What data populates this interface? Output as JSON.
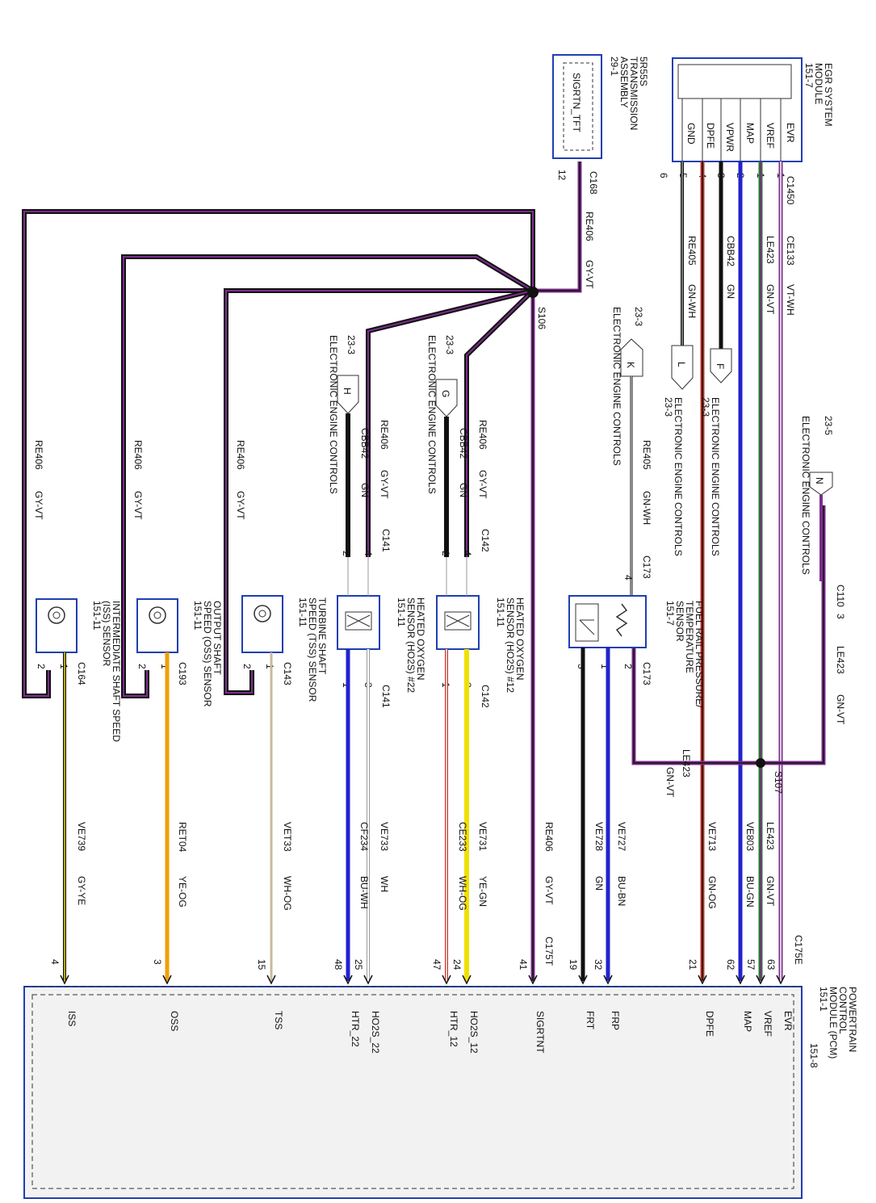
{
  "modules": {
    "egr": {
      "title": "EGR SYSTEM",
      "line2": "MODULE",
      "ref": "151-7",
      "pins": [
        "EVR",
        "VREF",
        "MAP",
        "VPWR",
        "DPFE",
        "GND"
      ],
      "pin_numbers": [
        "1",
        "1",
        "2",
        "3",
        "4",
        "5",
        "6"
      ],
      "connector": "C1450"
    },
    "trans": {
      "title": "5R55S",
      "line2": "TRANSMISSION",
      "line3": "ASSEMBLY",
      "ref": "29-1",
      "pin": "SIGRTN_TFT",
      "pin_number": "12",
      "connector": "C168"
    },
    "pcm": {
      "title": "POWERTRAIN",
      "line2": "CONTROL",
      "line3": "MODULE (PCM)",
      "ref1": "151-1",
      "ref2": "151-8",
      "connector_e": "C175E",
      "connector_t": "C175T",
      "pins": [
        {
          "name": "EVR",
          "num": "63"
        },
        {
          "name": "VREF",
          "num": "57"
        },
        {
          "name": "MAP",
          "num": "62"
        },
        {
          "name": "DPFE",
          "num": "21"
        },
        {
          "name": "FRP",
          "num": "32"
        },
        {
          "name": "FRT",
          "num": "19"
        },
        {
          "name": "SIGRTNT",
          "num": "41"
        },
        {
          "name": "HO2S_12",
          "num": "24"
        },
        {
          "name": "HTR_12",
          "num": "47"
        },
        {
          "name": "HO2S_22",
          "num": "25"
        },
        {
          "name": "HTR_22",
          "num": "48"
        },
        {
          "name": "TSS",
          "num": "15"
        },
        {
          "name": "OSS",
          "num": "3"
        },
        {
          "name": "ISS",
          "num": "4"
        }
      ]
    }
  },
  "sensors": {
    "frp": {
      "line1": "FUEL RAIL PRESSURE/",
      "line2": "TEMPERATURE",
      "line3": "SENSOR",
      "ref": "151-7",
      "connector": "C173",
      "pins": [
        "4",
        "2",
        "1",
        "3"
      ]
    },
    "ho2s12": {
      "line1": "HEATED OXYGEN",
      "line2": "SENSOR (HO2S) #12",
      "ref": "151-11",
      "connector": "C142",
      "pins": [
        "4",
        "2",
        "3",
        "1"
      ]
    },
    "ho2s22": {
      "line1": "HEATED OXYGEN",
      "line2": "SENSOR (HO2S) #22",
      "ref": "151-11",
      "connector": "C141",
      "pins": [
        "4",
        "2",
        "3",
        "1"
      ]
    },
    "tss": {
      "line1": "TURBINE SHAFT",
      "line2": "SPEED (TSS) SENSOR",
      "ref": "151-11",
      "connector": "C143",
      "pins": [
        "2",
        "1"
      ]
    },
    "oss": {
      "line1": "OUTPUT SHAFT",
      "line2": "SPEED (OSS) SENSOR",
      "ref": "151-11",
      "connector": "C193",
      "pins": [
        "2",
        "1"
      ]
    },
    "iss": {
      "line1": "INTERMEDIATE SHAFT SPEED",
      "line2": "(ISS) SENSOR",
      "ref": "151-11",
      "connector": "C164",
      "pins": [
        "2",
        "1"
      ]
    }
  },
  "offpage": [
    {
      "letter": "N",
      "text": "ELECTRONIC ENGINE CONTROLS",
      "ref": "23-5",
      "connector": "C110",
      "pin": "3"
    },
    {
      "letter": "F",
      "text": "ELECTRONIC ENGINE CONTROLS",
      "ref": "23-3"
    },
    {
      "letter": "L",
      "text": "ELECTRONIC ENGINE CONTROLS",
      "ref": "23-3"
    },
    {
      "letter": "K",
      "text": "ELECTRONIC ENGINE CONTROLS",
      "ref": "23-3"
    },
    {
      "letter": "G",
      "text": "ELECTRONIC ENGINE CONTROLS",
      "ref": "23-3"
    },
    {
      "letter": "H",
      "text": "ELECTRONIC ENGINE CONTROLS",
      "ref": "23-3"
    }
  ],
  "splices": [
    "S106",
    "S107"
  ],
  "wires": {
    "ce133": {
      "circuit": "CE133",
      "color": "VT-WH"
    },
    "le423": {
      "circuit": "LE423",
      "color": "GN-VT"
    },
    "cbb42": {
      "circuit": "CBB42",
      "color": "GN"
    },
    "re405": {
      "circuit": "RE405",
      "color": "GN-WH"
    },
    "re406": {
      "circuit": "RE406",
      "color": "GY-VT"
    },
    "ve713": {
      "circuit": "VE713",
      "color": "GN-OG"
    },
    "ve803": {
      "circuit": "VE803",
      "color": "BU-GN"
    },
    "ve727": {
      "circuit": "VE727",
      "color": "BU-BN"
    },
    "ve728": {
      "circuit": "VE728",
      "color": "GN"
    },
    "ve731": {
      "circuit": "VE731",
      "color": "YE-GN"
    },
    "ce233": {
      "circuit": "CE233",
      "color": "WH-OG"
    },
    "ve733": {
      "circuit": "VE733",
      "color": "WH"
    },
    "cf234": {
      "circuit": "CF234",
      "color": "BU-WH"
    },
    "vet33": {
      "circuit": "VET33",
      "color": "WH-OG"
    },
    "ret04": {
      "circuit": "RET04",
      "color": "YE-OG"
    },
    "ve739": {
      "circuit": "VE739",
      "color": "GY-YE"
    }
  },
  "colors": {
    "border": "#1f3fb0",
    "vt": "#7b2d8b",
    "gn": "#2a7d2a",
    "bu": "#2222cc",
    "ye": "#f0e000",
    "og": "#f0a000",
    "rd": "#c0392b",
    "bk": "#111111",
    "pcm_fill": "#f2f2f2"
  }
}
